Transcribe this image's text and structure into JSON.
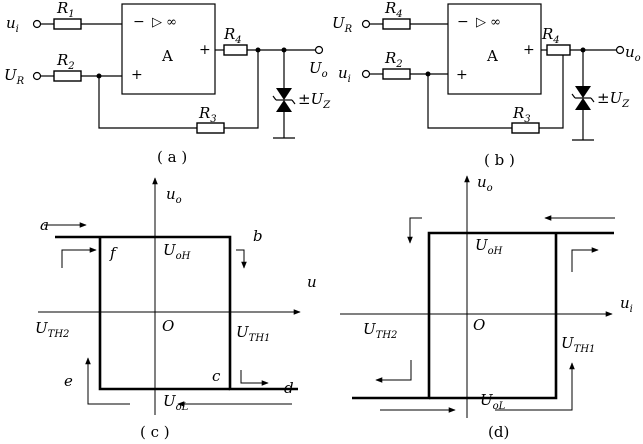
{
  "circuit_a": {
    "input_var": "u",
    "input_sub": "i",
    "ref_var": "U",
    "ref_sub": "R",
    "r1": "R",
    "r1_sub": "1",
    "r2": "R",
    "r2_sub": "2",
    "r3": "R",
    "r3_sub": "3",
    "r4": "R",
    "r4_sub": "4",
    "amp_label": "A",
    "amp_symbol": "▷ ∞",
    "minus": "−",
    "plus_in": "+",
    "plus_out": "+",
    "out_var": "U",
    "out_sub": "o",
    "zener_pm": "±",
    "zener_var": "U",
    "zener_sub": "Z",
    "caption": "( a )"
  },
  "circuit_b": {
    "ref_var": "U",
    "ref_sub": "R",
    "input_var": "u",
    "input_sub": "i",
    "r4": "R",
    "r4_sub": "4",
    "r2": "R",
    "r2_sub": "2",
    "r3": "R",
    "r3_sub": "3",
    "r4b": "R",
    "r4b_sub": "4",
    "amp_label": "A",
    "amp_symbol": "▷ ∞",
    "minus": "−",
    "plus_in": "+",
    "plus_out": "+",
    "out_var": "u",
    "out_sub": "o",
    "zener_pm": "±",
    "zener_var": "U",
    "zener_sub": "Z",
    "caption": "( b )"
  },
  "graph_c": {
    "y_axis_var": "u",
    "y_axis_sub": "o",
    "x_axis_var": "u",
    "label_a": "a",
    "label_b": "b",
    "label_c": "c",
    "label_d": "d",
    "label_e": "e",
    "label_f": "f",
    "u_oh": "U",
    "u_oh_sub": "oH",
    "u_ol": "U",
    "u_ol_sub": "oL",
    "u_th1": "U",
    "u_th1_sub": "TH1",
    "u_th2": "U",
    "u_th2_sub": "TH2",
    "origin": "O",
    "caption": "( c )"
  },
  "graph_d": {
    "y_axis_var": "u",
    "y_axis_sub": "o",
    "x_axis_var": "u",
    "x_axis_sub": "i",
    "u_oh": "U",
    "u_oh_sub": "oH",
    "u_ol": "U",
    "u_ol_sub": "oL",
    "u_th1": "U",
    "u_th1_sub": "TH1",
    "u_th2": "U",
    "u_th2_sub": "TH2",
    "origin": "O",
    "caption": "(d)"
  }
}
